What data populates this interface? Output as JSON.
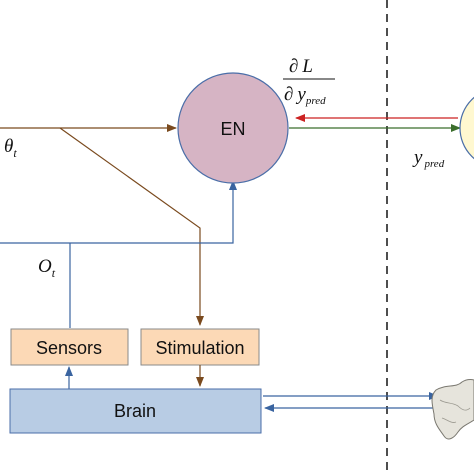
{
  "nodes": {
    "en": {
      "label": "EN"
    },
    "sensors": {
      "label": "Sensors"
    },
    "stimulation": {
      "label": "Stimulation"
    },
    "brain": {
      "label": "Brain"
    }
  },
  "math": {
    "theta": "θ",
    "theta_sub": "t",
    "o": "O",
    "o_sub": "t",
    "partial": "∂",
    "L": "L",
    "y": "y",
    "pred": "pred"
  },
  "colors": {
    "brown": "#7a4a1e",
    "blue": "#3a64a0",
    "red": "#cc2222",
    "green": "#3b6e2c",
    "en_fill": "#d6b4c4",
    "en_stroke": "#4a6ea8",
    "box_fill": "#fcd9b6",
    "box_stroke": "#8a8a8a",
    "brain_fill": "#b8cce4",
    "brain_stroke": "#4a6ea8",
    "yellow_fill": "#fff8d0"
  }
}
